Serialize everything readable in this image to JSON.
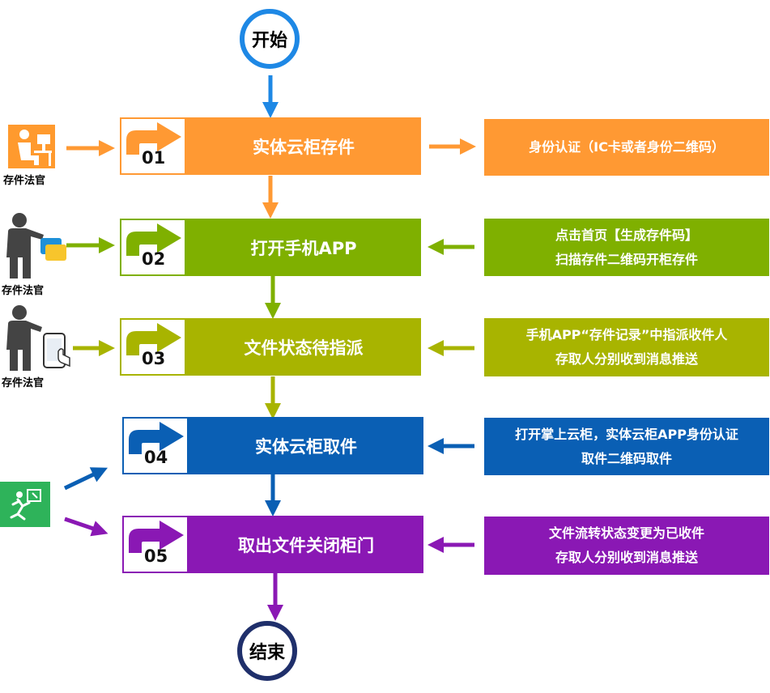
{
  "start_label": "开始",
  "end_label": "结束",
  "steps": [
    {
      "num": "01",
      "title": "实体云柜存件",
      "color": "#ff9933"
    },
    {
      "num": "02",
      "title": "打开手机APP",
      "color": "#7fb000"
    },
    {
      "num": "03",
      "title": "文件状态待指派",
      "color": "#a8b400"
    },
    {
      "num": "04",
      "title": "实体云柜取件",
      "color": "#0a5fb4"
    },
    {
      "num": "05",
      "title": "取出文件关闭柜门",
      "color": "#8a18b4"
    }
  ],
  "notes": [
    {
      "lines": [
        "身份认证（IC卡或者身份二维码）"
      ],
      "color": "#ff9933"
    },
    {
      "lines": [
        "点击首页【生成存件码】",
        "扫描存件二维码开柜存件"
      ],
      "color": "#7fb000"
    },
    {
      "lines": [
        "手机APP“存件记录”中指派收件人",
        "存取人分别收到消息推送"
      ],
      "color": "#a8b400"
    },
    {
      "lines": [
        "打开掌上云柜，实体云柜APP身份认证",
        "取件二维码取件"
      ],
      "color": "#0a5fb4"
    },
    {
      "lines": [
        "文件流转状态变更为已收件",
        "存取人分别收到消息推送"
      ],
      "color": "#8a18b4"
    }
  ],
  "actors": [
    {
      "label": "存件法官",
      "icon": "person-at-desk-icon"
    },
    {
      "label": "存件法官",
      "icon": "person-with-cards-icon"
    },
    {
      "label": "存件法官",
      "icon": "person-with-phone-icon"
    },
    {
      "icon": "pickup-person-icon",
      "color": "#2eb35a"
    }
  ]
}
